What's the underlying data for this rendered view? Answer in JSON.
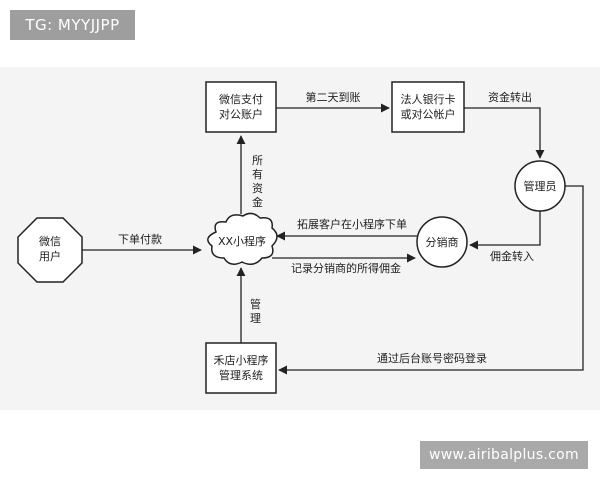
{
  "header": {
    "tag": "TG: MYYJJPP"
  },
  "watermark": {
    "text": "www.airibalplus.com"
  },
  "diagram": {
    "nodes": {
      "wechat_user": [
        "微信",
        "用户"
      ],
      "wechat_pay": [
        "微信支付",
        "对公账户"
      ],
      "bank_card": [
        "法人银行卡",
        "或对公帐户"
      ],
      "admin": [
        "管理员"
      ],
      "miniprogram": [
        "XX小程序"
      ],
      "distributor": [
        "分销商"
      ],
      "store_system": [
        "禾店小程序",
        "管理系统"
      ]
    },
    "edges": {
      "order_pay": "下单付款",
      "next_day": "第二天到账",
      "fund_out": "资金转出",
      "all_funds": [
        "所",
        "有",
        "资",
        "金"
      ],
      "expand": "拓展客户在小程序下单",
      "record": "记录分销商的所得佣金",
      "commission_in": "佣金转入",
      "manage": [
        "管",
        "理"
      ],
      "backend_login": "通过后台账号密码登录"
    }
  }
}
